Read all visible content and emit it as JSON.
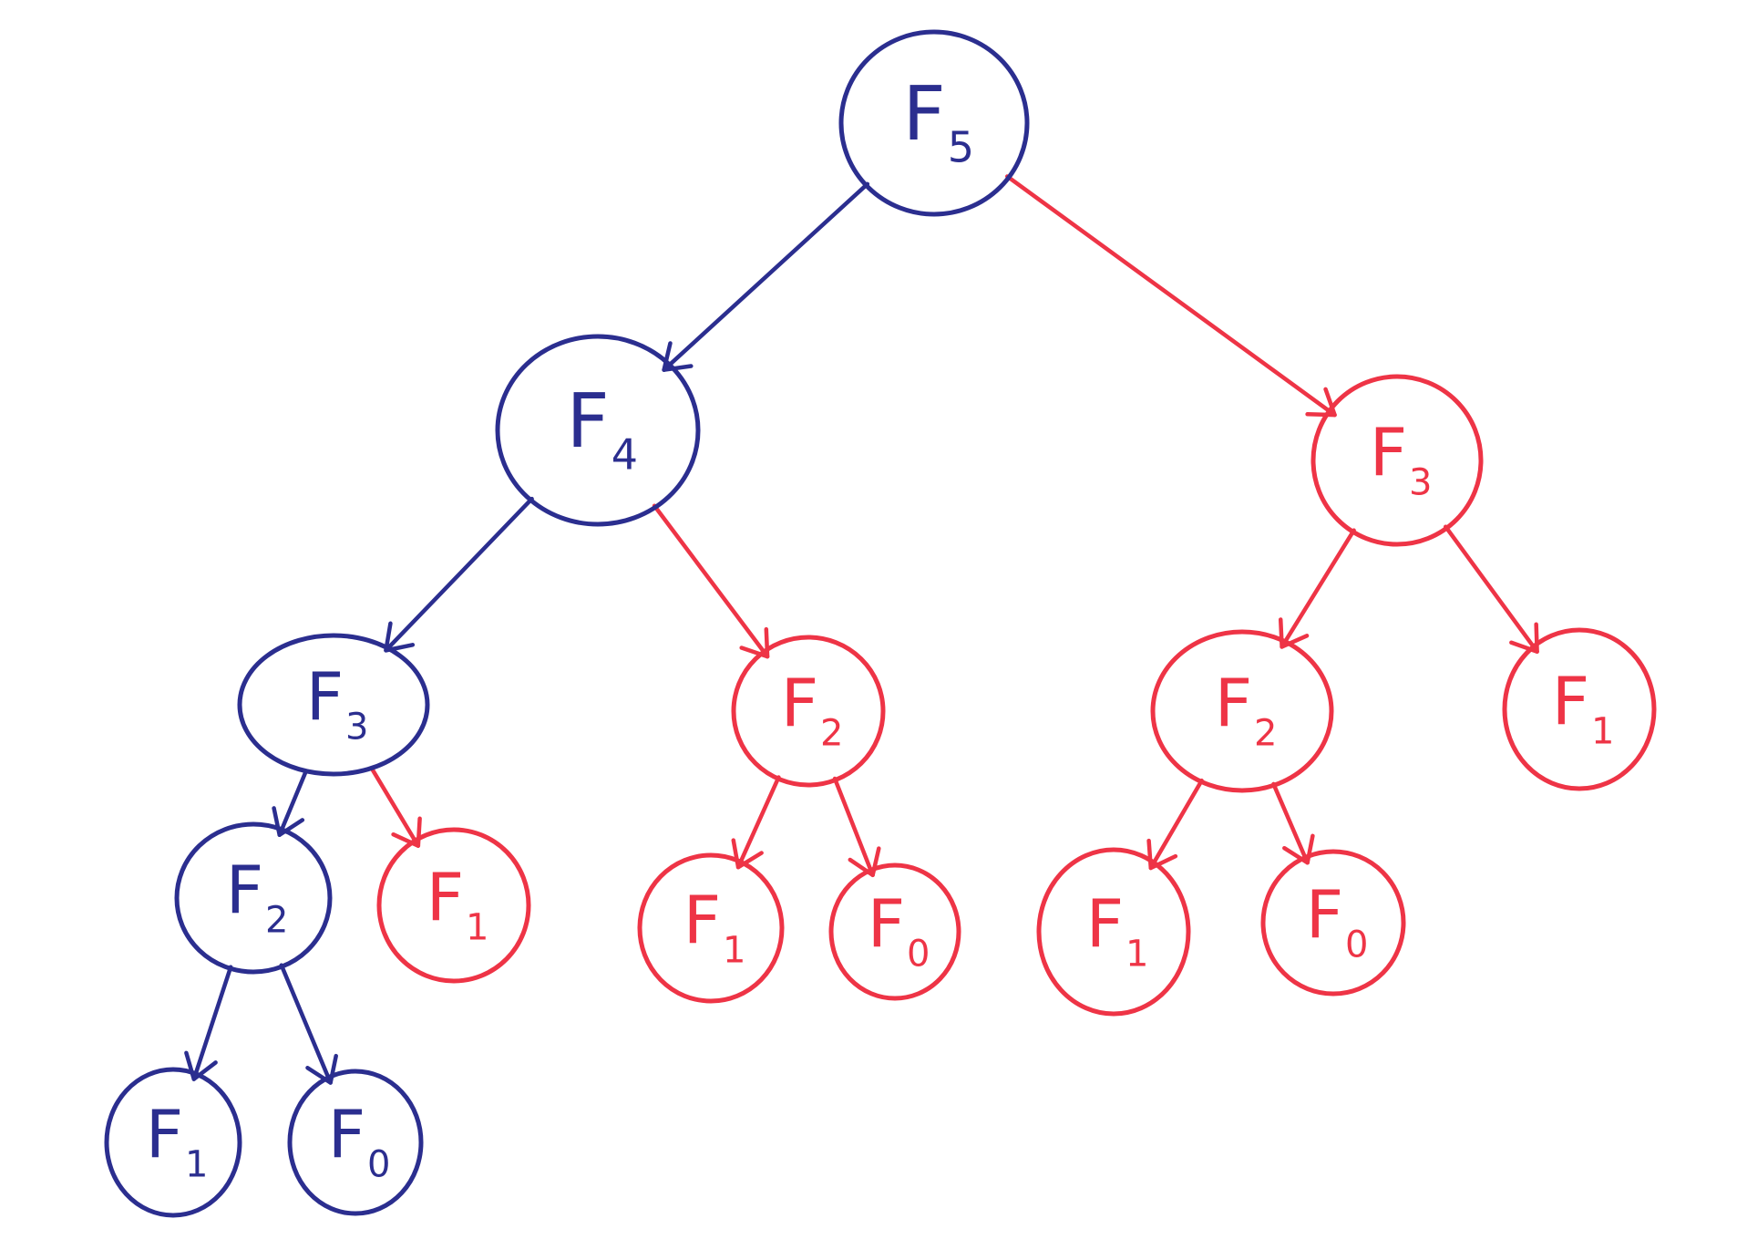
{
  "diagram": {
    "colors": {
      "memoized_path": "#2b2e8f",
      "repeated_calls": "#ee3446",
      "background": "#ffffff"
    },
    "nodes": [
      {
        "id": "n0",
        "letter": "F",
        "sub": "5",
        "color": "memoized_path"
      },
      {
        "id": "n1",
        "letter": "F",
        "sub": "4",
        "color": "memoized_path"
      },
      {
        "id": "n2",
        "letter": "F",
        "sub": "3",
        "color": "repeated_calls"
      },
      {
        "id": "n3",
        "letter": "F",
        "sub": "3",
        "color": "memoized_path"
      },
      {
        "id": "n4",
        "letter": "F",
        "sub": "2",
        "color": "repeated_calls"
      },
      {
        "id": "n5",
        "letter": "F",
        "sub": "2",
        "color": "repeated_calls"
      },
      {
        "id": "n6",
        "letter": "F",
        "sub": "1",
        "color": "repeated_calls"
      },
      {
        "id": "n7",
        "letter": "F",
        "sub": "2",
        "color": "memoized_path"
      },
      {
        "id": "n8",
        "letter": "F",
        "sub": "1",
        "color": "repeated_calls"
      },
      {
        "id": "n9",
        "letter": "F",
        "sub": "1",
        "color": "repeated_calls"
      },
      {
        "id": "n10",
        "letter": "F",
        "sub": "0",
        "color": "repeated_calls"
      },
      {
        "id": "n11",
        "letter": "F",
        "sub": "1",
        "color": "repeated_calls"
      },
      {
        "id": "n12",
        "letter": "F",
        "sub": "0",
        "color": "repeated_calls"
      },
      {
        "id": "n13",
        "letter": "F",
        "sub": "1",
        "color": "memoized_path"
      },
      {
        "id": "n14",
        "letter": "F",
        "sub": "0",
        "color": "memoized_path"
      }
    ],
    "edges": [
      {
        "from": "n0",
        "to": "n1",
        "color": "memoized_path"
      },
      {
        "from": "n0",
        "to": "n2",
        "color": "repeated_calls"
      },
      {
        "from": "n1",
        "to": "n3",
        "color": "memoized_path"
      },
      {
        "from": "n1",
        "to": "n4",
        "color": "repeated_calls"
      },
      {
        "from": "n2",
        "to": "n5",
        "color": "repeated_calls"
      },
      {
        "from": "n2",
        "to": "n6",
        "color": "repeated_calls"
      },
      {
        "from": "n3",
        "to": "n7",
        "color": "memoized_path"
      },
      {
        "from": "n3",
        "to": "n8",
        "color": "repeated_calls"
      },
      {
        "from": "n4",
        "to": "n9",
        "color": "repeated_calls"
      },
      {
        "from": "n4",
        "to": "n10",
        "color": "repeated_calls"
      },
      {
        "from": "n5",
        "to": "n11",
        "color": "repeated_calls"
      },
      {
        "from": "n5",
        "to": "n12",
        "color": "repeated_calls"
      },
      {
        "from": "n7",
        "to": "n13",
        "color": "memoized_path"
      },
      {
        "from": "n7",
        "to": "n14",
        "color": "memoized_path"
      }
    ]
  }
}
